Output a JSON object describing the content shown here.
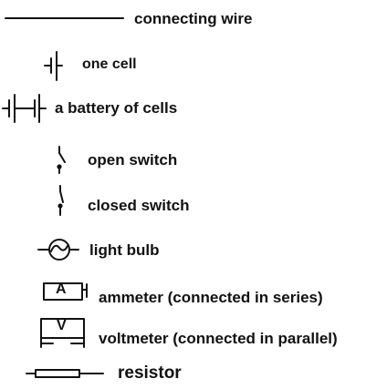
{
  "legend": {
    "connecting_wire": "connecting wire",
    "one_cell": "one cell",
    "battery": "a battery of cells",
    "open_switch": "open switch",
    "closed_switch": "closed switch",
    "light_bulb": "light bulb",
    "ammeter": "ammeter (connected in series)",
    "voltmeter": "voltmeter (connected in parallel)",
    "resistor": "resistor"
  },
  "meter_letters": {
    "ammeter": "A",
    "voltmeter": "V"
  },
  "icons": [
    "wire-icon",
    "cell-icon",
    "battery-icon",
    "open-switch-icon",
    "closed-switch-icon",
    "light-bulb-icon",
    "ammeter-icon",
    "voltmeter-icon",
    "resistor-icon"
  ],
  "colors": {
    "ink": "#111111",
    "background": "#ffffff"
  }
}
